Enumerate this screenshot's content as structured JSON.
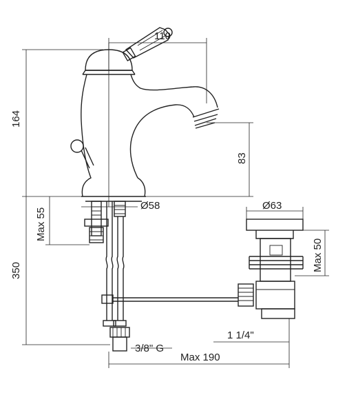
{
  "dimensions": {
    "handle_reach": "110",
    "height": "164",
    "spout_height": "83",
    "base_diameter": "Ø58",
    "max_thickness": "Max 55",
    "hose_length": "350",
    "waste_diameter": "Ø63",
    "waste_max": "Max 50",
    "waste_thread": "1 1/4\"",
    "connection": "3/8\" G",
    "max_reach": "Max 190"
  }
}
